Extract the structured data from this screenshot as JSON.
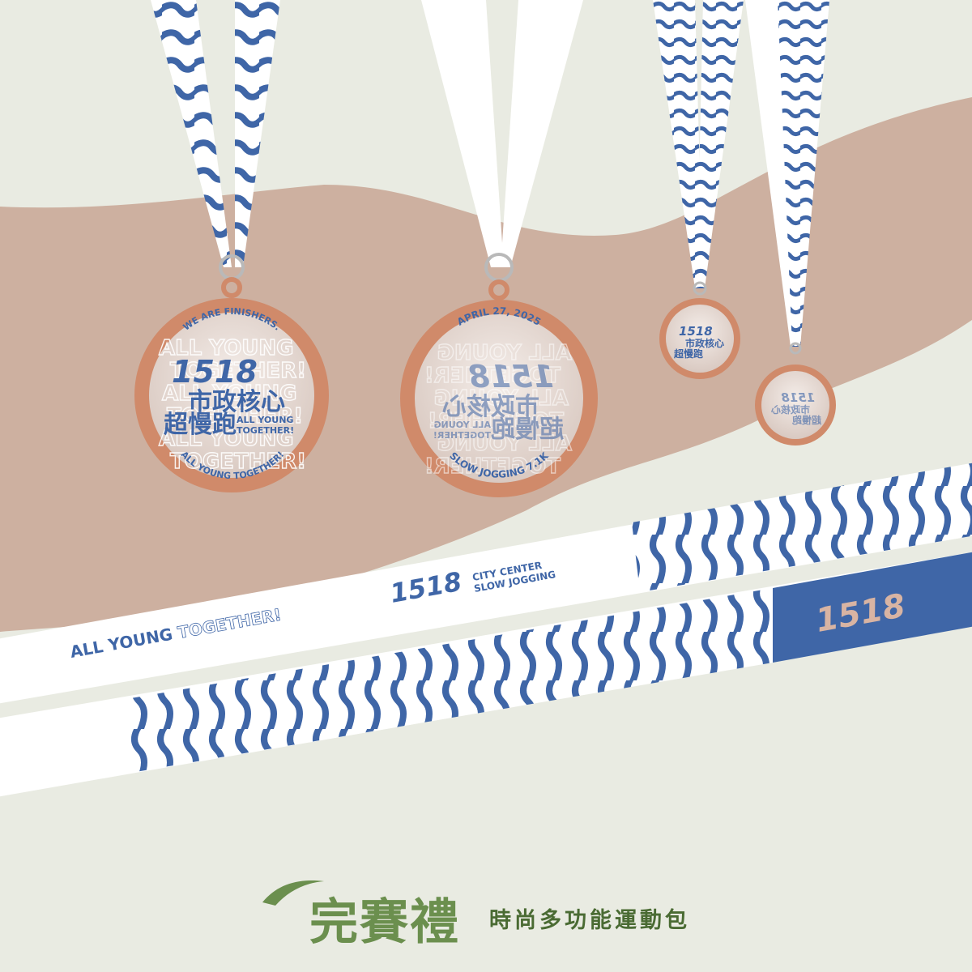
{
  "front_medal": {
    "top_arc": "WE ARE FINISHERS.",
    "number": "1518",
    "title_line1": "市政核心",
    "title_line2": "超慢跑",
    "tag_line1": "ALL YOUNG",
    "tag_line2": "TOGETHER!",
    "bg_words": [
      "ALL YOUNG",
      "TOGETHER!",
      "ALL YOUNG",
      "TOGETHER!",
      "ALL YOUNG",
      "TOGETHER!"
    ],
    "bottom_arc": "ALL YOUNG TOGETHER!"
  },
  "back_medal": {
    "top_arc": "APRIL 27, 2025",
    "bottom_arc": "SLOW JOGGING 7.1K"
  },
  "lanyard_strap_1": {
    "slogan_part1": "ALL YOUNG ",
    "slogan_part2": "TOGETHER!",
    "number": "1518",
    "name_line1": "CITY CENTER",
    "name_line2": "SLOW JOGGING"
  },
  "lanyard_strap_2": {
    "badge_number": "1518"
  },
  "footer": {
    "title": "完賽禮",
    "subtitle": "時尚多功能運動包"
  },
  "colors": {
    "background": "#e9ebe2",
    "swoosh": "#cdb0a0",
    "ribbon_blue": "#3f66a7",
    "copper": "#d08a6a",
    "brand_green": "#6b8f4e"
  }
}
